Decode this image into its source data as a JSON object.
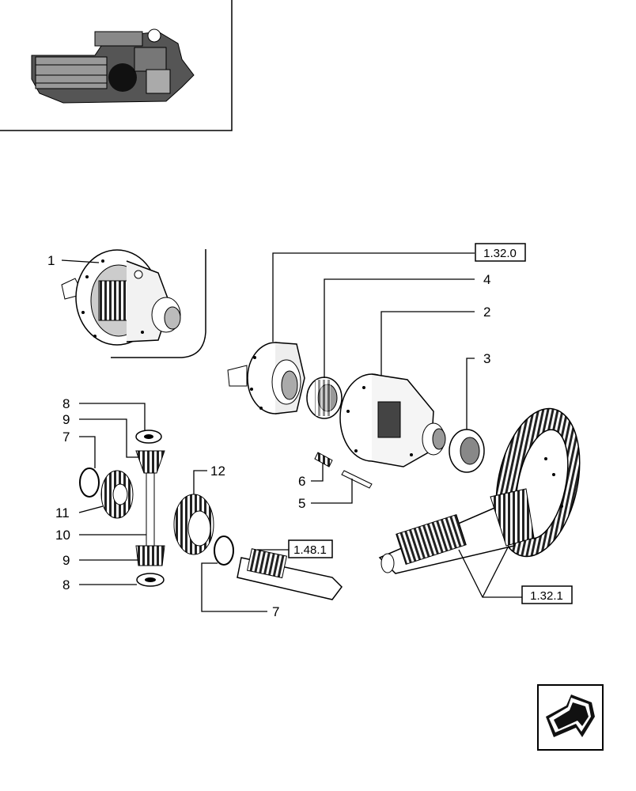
{
  "callouts": {
    "c1": "1",
    "c2": "2",
    "c3": "3",
    "c4": "4",
    "c5": "5",
    "c6": "6",
    "c7a": "7",
    "c7b": "7",
    "c8a": "8",
    "c8b": "8",
    "c9a": "9",
    "c9b": "9",
    "c10": "10",
    "c11": "11",
    "c12": "12"
  },
  "references": {
    "r1": "1.32.0",
    "r2": "1.48.1",
    "r3": "1.32.1"
  },
  "icons": {
    "thumbnail": "tractor-transmission-thumbnail",
    "nav": "next-page-arrow-icon"
  }
}
